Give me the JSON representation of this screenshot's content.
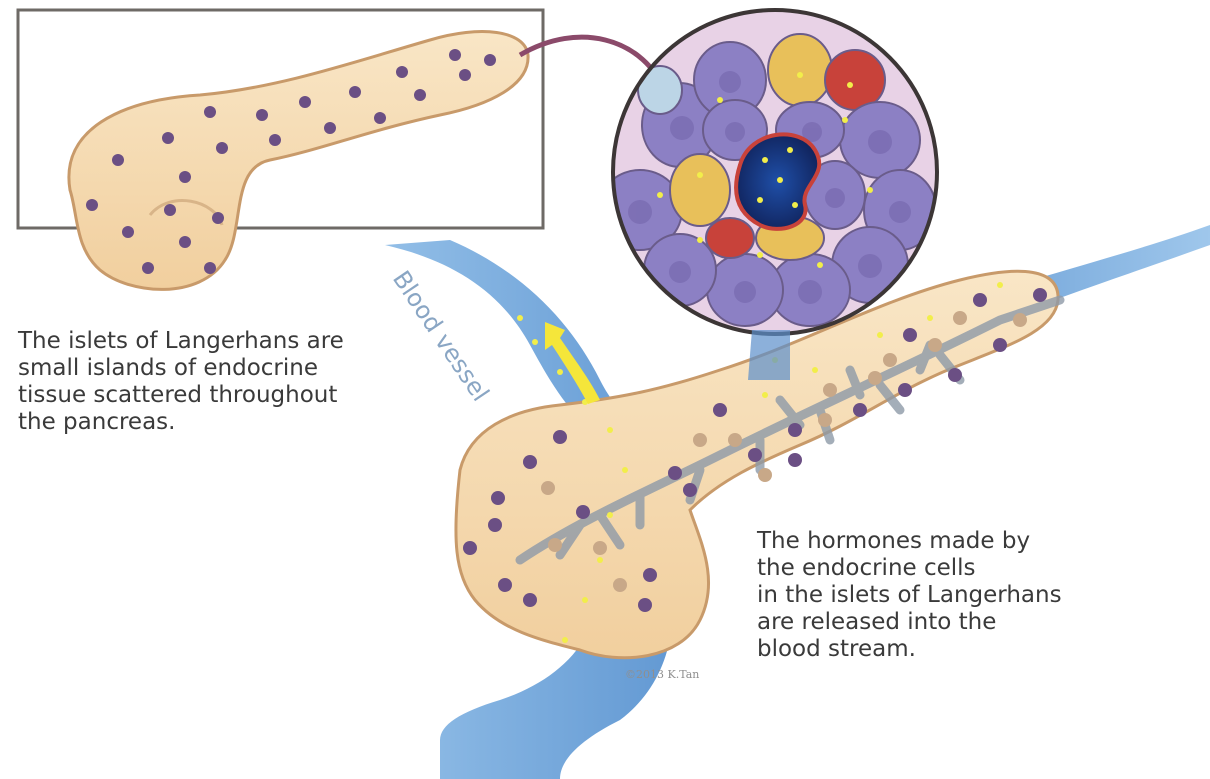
{
  "captions": {
    "islets": "The islets of Langerhans are\nsmall islands of endocrine\ntissue scattered throughout\nthe pancreas.",
    "hormones": "The hormones made by\nthe endocrine cells\nin the islets of Langerhans\nare released into the\nblood stream."
  },
  "labels": {
    "blood_vessel": "Blood vessel",
    "copyright": "©2013 K.Tan"
  },
  "colors": {
    "pancreas_fill": "#f6dcb1",
    "pancreas_outline": "#c89a6a",
    "islet": "#6b4f84",
    "blood_vessel": "#3d86cc",
    "arrow": "#8b4a6a",
    "hormone_dot": "#f2ee4a",
    "cell_purple": "#8c80c4",
    "cell_yellow": "#e8c05a",
    "cell_red": "#c8423a",
    "capillary": "#1d2d6b"
  },
  "icons": {
    "hormone_flow_arrow": "yellow-up-arrow",
    "zoom_arrow": "curved-arrow"
  }
}
